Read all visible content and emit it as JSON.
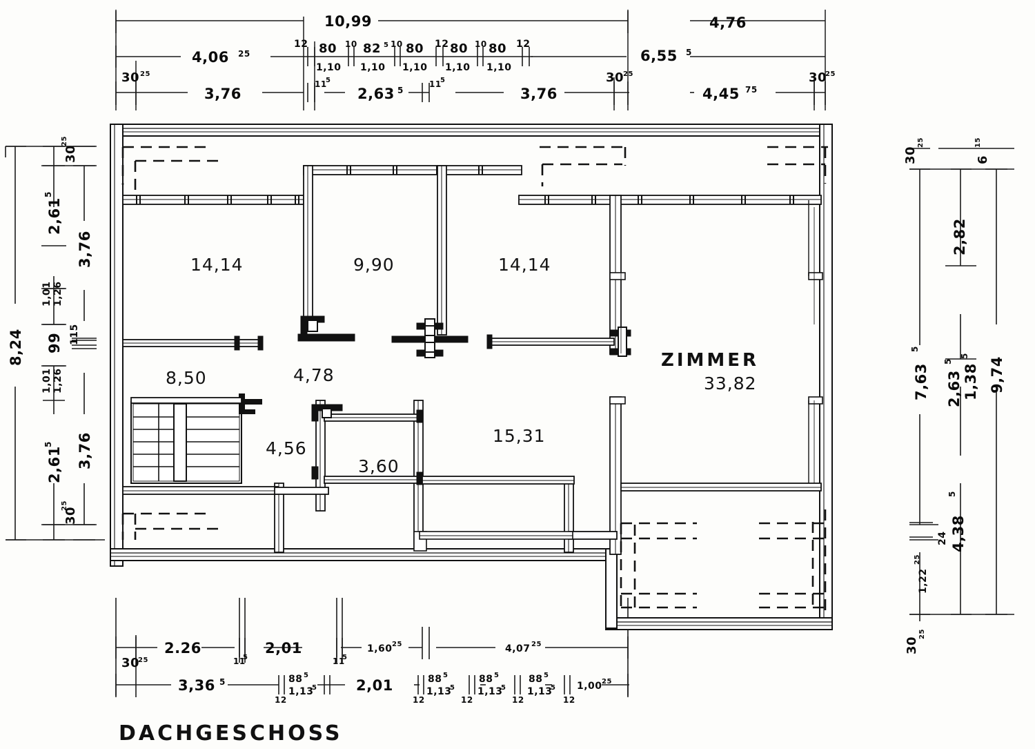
{
  "sheet": {
    "title": "DACHGESCHOSS",
    "drawing_type": "architectural-floor-plan",
    "ink_color": "#111111",
    "paper_color": "#fdfdfb"
  },
  "rooms": [
    {
      "name": "",
      "area": "14,14"
    },
    {
      "name": "",
      "area": "9,90"
    },
    {
      "name": "",
      "area": "14,14"
    },
    {
      "name": "",
      "area": "8,50"
    },
    {
      "name": "",
      "area": "4,78"
    },
    {
      "name": "",
      "area": "4,56"
    },
    {
      "name": "",
      "area": "3,60"
    },
    {
      "name": "",
      "area": "15,31"
    },
    {
      "name": "ZIMMER",
      "area": "33,82"
    }
  ],
  "room_labels": {
    "a1": "14,14",
    "a2": "9,90",
    "a3": "14,14",
    "a4": "8,50",
    "a5": "4,78",
    "a6": "4,56",
    "a7": "3,60",
    "a8": "15,31",
    "zimmer_name": "ZIMMER",
    "zimmer_area": "33,82"
  },
  "dimensions": {
    "top": {
      "row1": [
        {
          "value": "10,99"
        },
        {
          "value": "4,76"
        }
      ],
      "row2": [
        {
          "value": "4,06",
          "sup": "25"
        },
        {
          "value": "6,55",
          "sup": "5"
        }
      ],
      "row3": [
        {
          "value": "30",
          "sup": "25"
        },
        {
          "value": "3,76"
        },
        {
          "value": "2,63",
          "sup": "5"
        },
        {
          "value": "3,76"
        },
        {
          "value": "30",
          "sup": "25"
        },
        {
          "value": "4,45",
          "sup": "75"
        },
        {
          "value": "30",
          "sup": "25"
        }
      ],
      "window_band_top": [
        "12",
        "80",
        "10",
        "82",
        "10",
        "80",
        "12",
        "80",
        "10",
        "80",
        "12"
      ],
      "window_band_top_sup": [
        "",
        "",
        "",
        "5",
        "",
        "",
        "",
        "",
        "",
        "",
        ""
      ],
      "window_band_bottom": [
        "1,10",
        "1,10",
        "1,10",
        "1,10",
        "1,10"
      ],
      "pier_small": [
        "11",
        "11"
      ],
      "pier_small_sup": [
        "5",
        "5"
      ]
    },
    "left": {
      "overall": "8,24",
      "col_a": [
        "2,61",
        "99",
        "2,61"
      ],
      "col_a_sup": [
        "5",
        "",
        "5"
      ],
      "col_b": [
        "30",
        "3,76",
        "3,76",
        "30"
      ],
      "col_b_sup": [
        "25",
        "",
        "",
        "25"
      ],
      "inner_pairs": [
        {
          "top": "1,01",
          "bottom": "1,26"
        },
        {
          "top": "1,01",
          "bottom": "1,26"
        }
      ],
      "mid_small": "115"
    },
    "right": {
      "overall": "9,74",
      "col_a": [
        "30",
        "7,63",
        "1,22",
        "30"
      ],
      "col_a_sup": [
        "25",
        "5",
        "25",
        "25"
      ],
      "col_b": [
        "6",
        "2,82",
        "2,63",
        "1,38",
        "24",
        "4,38"
      ],
      "col_b_sup": [
        "15",
        "",
        "5",
        "5",
        "",
        "5"
      ]
    },
    "bottom": {
      "row1": [
        {
          "value": "30",
          "sup": "25"
        },
        {
          "value": "2.26"
        },
        {
          "value": "2,01"
        },
        {
          "value": "1,60",
          "sup": "25"
        },
        {
          "value": "4,07",
          "sup": "25"
        }
      ],
      "row1_small": [
        "11",
        "11"
      ],
      "row1_small_sup": [
        "5",
        "5"
      ],
      "row2": [
        {
          "value": "3,36",
          "sup": "5"
        },
        {
          "value": "2,01"
        },
        {
          "value": "1,00",
          "sup": "25"
        }
      ],
      "row2_openings_top": [
        "88",
        "88",
        "88",
        "88"
      ],
      "row2_openings_top_sup": [
        "5",
        "5",
        "5",
        "5"
      ],
      "row2_openings_bottom": [
        "1,13",
        "1,13",
        "1,13",
        "1,13"
      ],
      "row2_openings_bottom_sup": [
        "5",
        "5",
        "5",
        "5"
      ],
      "row2_piers": [
        "12",
        "12",
        "12",
        "12",
        "12"
      ]
    }
  }
}
